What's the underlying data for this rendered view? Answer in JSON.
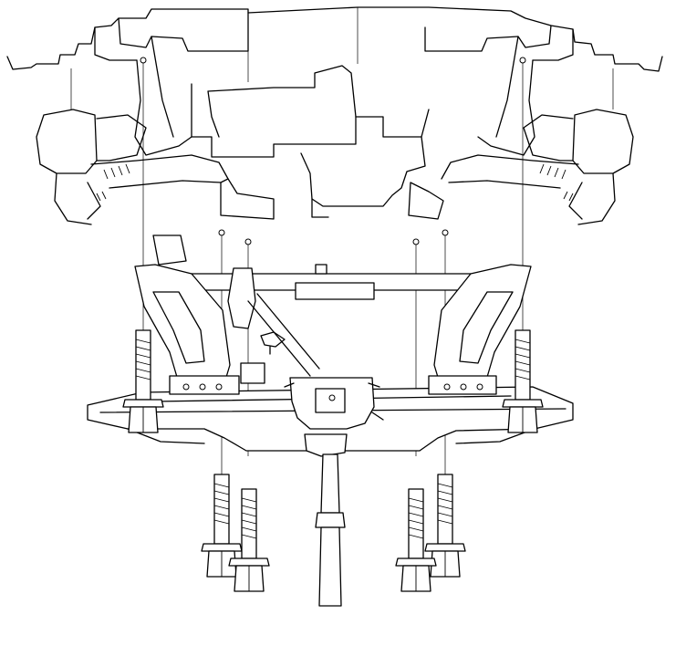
{
  "diagram": {
    "kind": "exploded-assembly-line-drawing",
    "colors": {
      "line": "#000000",
      "background": "#ffffff"
    },
    "components": [
      {
        "id": "body-underside",
        "icon": "vehicle-underbody-outline"
      },
      {
        "id": "left-suspension",
        "icon": "suspension-knuckle-outline"
      },
      {
        "id": "right-suspension",
        "icon": "suspension-knuckle-outline"
      },
      {
        "id": "front-crossmember",
        "icon": "subframe-outline"
      },
      {
        "id": "steering-gear",
        "icon": "steering-rack-outline"
      },
      {
        "id": "steering-column-shaft",
        "icon": "shaft-outline"
      },
      {
        "id": "mounting-bolts",
        "count": 6,
        "icon": "flanged-bolt-outline"
      }
    ]
  }
}
